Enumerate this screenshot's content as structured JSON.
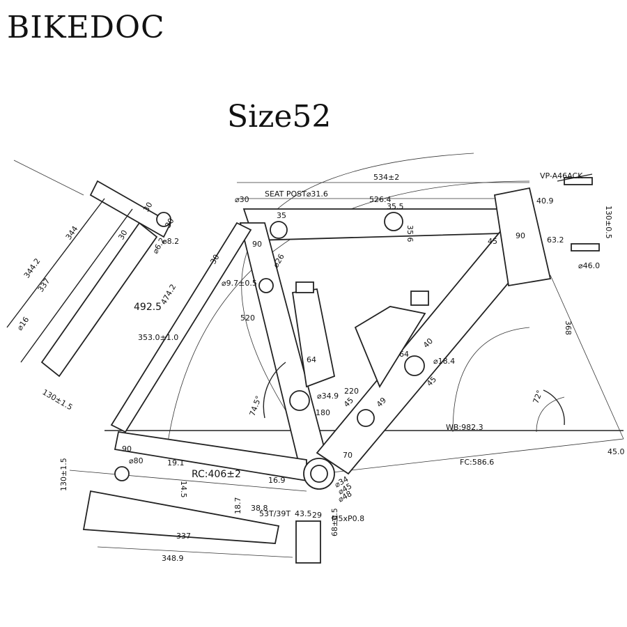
{
  "header": {
    "brand": "BIKEDOC",
    "size_title": "Size52"
  },
  "drawing": {
    "dimensions": {
      "top_length": "534±2",
      "seat_post": "SEAT POST⌀31.6",
      "top_tube_length": "526.4",
      "headset_label": "VP-A46ACK",
      "head_height": "130±0.5",
      "d30_top": "⌀30",
      "d35": "35",
      "d35_5": "35.5",
      "d35_6": "35.6",
      "d40_9": "40.9",
      "d63_2": "63.2",
      "d46": "⌀46.0",
      "d90_top": "90",
      "d45_head": "45",
      "d90_head": "90",
      "d_26": "⌀26",
      "d520": "520",
      "d368": "368",
      "d344_2": "344.2",
      "d344": "344",
      "d337_fork": "337",
      "d30_fork_a": "30",
      "d30_fork_b": "30",
      "d30_fork_c": "30",
      "d8_2": "⌀8.2",
      "d6_2": "⌀6.2",
      "d492_5": "492.5",
      "d474_2": "474.2",
      "d353": "353.0±1.0",
      "d9_7": "⌀9.7±0.5",
      "d30_stay": "30",
      "d130_fork": "130±1.5",
      "d16": "⌀16",
      "d64_a": "64",
      "d64_b": "64",
      "d40": "40",
      "d18_4": "⌀18.4",
      "d45_down": "45",
      "d220": "220",
      "d45_b": "45",
      "d49": "49",
      "d34_9": "⌀34.9",
      "d180": "180",
      "angle_74_5": "74.5°",
      "angle_72": "72°",
      "wb": "WB:982.3",
      "fc": "FC:586.6",
      "d45_0": "45.0",
      "d90_drop": "90",
      "d80": "⌀80",
      "d19_1": "19.1",
      "d14_5": "14.5",
      "rc": "RC:406±2",
      "d16_9": "16.9",
      "d38_8": "38.8",
      "chainring": "53T/39T",
      "d43_5": "43.5",
      "d29": "29",
      "m5": "M5xP0.8",
      "d34": "⌀34",
      "d45_bb": "⌀45",
      "d48": "⌀48",
      "d18_7": "18.7",
      "d130_rear": "130±1.5",
      "d337_stay": "337",
      "d348_9": "348.9",
      "d68": "68±0.5",
      "d70": "70"
    }
  }
}
